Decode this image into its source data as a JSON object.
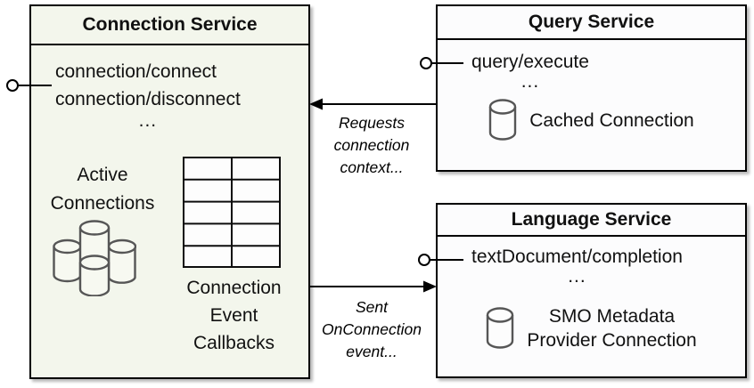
{
  "diagram": {
    "background": "#ffffff",
    "line_color": "#000000"
  },
  "connection_service": {
    "title": "Connection Service",
    "fill": "#f3f6ec",
    "endpoints": "connection/connect\nconnection/disconnect",
    "ellipsis": "...",
    "active_connections_label": "Active\nConnections",
    "callbacks_label": "Connection\nEvent\nCallbacks"
  },
  "query_service": {
    "title": "Query Service",
    "fill": "#fcfcfd",
    "endpoints": "query/execute",
    "ellipsis": "...",
    "cached_connection_label": "Cached Connection"
  },
  "language_service": {
    "title": "Language Service",
    "fill": "#fcfcfd",
    "endpoints": "textDocument/completion",
    "ellipsis": "...",
    "smo_label": "SMO Metadata\nProvider Connection"
  },
  "arrows": {
    "requests_label": "Requests\nconnection\ncontext...",
    "sent_label": "Sent\nOnConnection\nevent..."
  },
  "icons": {
    "database_stroke": "#565656",
    "table_stroke": "#0d0d0d"
  }
}
